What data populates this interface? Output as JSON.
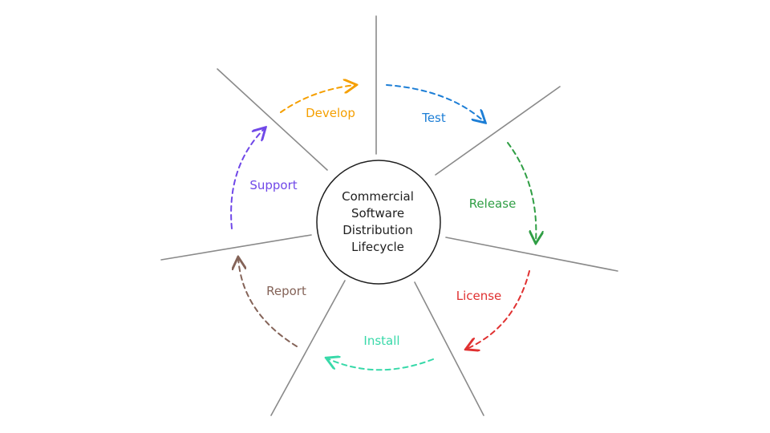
{
  "center": {
    "lines": [
      "Commercial",
      "Software",
      "Distribution",
      "Lifecycle"
    ]
  },
  "stages": [
    {
      "label": "Develop",
      "color": "#f59f00"
    },
    {
      "label": "Test",
      "color": "#1c7ed6"
    },
    {
      "label": "Release",
      "color": "#2f9e44"
    },
    {
      "label": "License",
      "color": "#e03131"
    },
    {
      "label": "Install",
      "color": "#38d9a9"
    },
    {
      "label": "Report",
      "color": "#846358"
    },
    {
      "label": "Support",
      "color": "#7048e8"
    }
  ]
}
